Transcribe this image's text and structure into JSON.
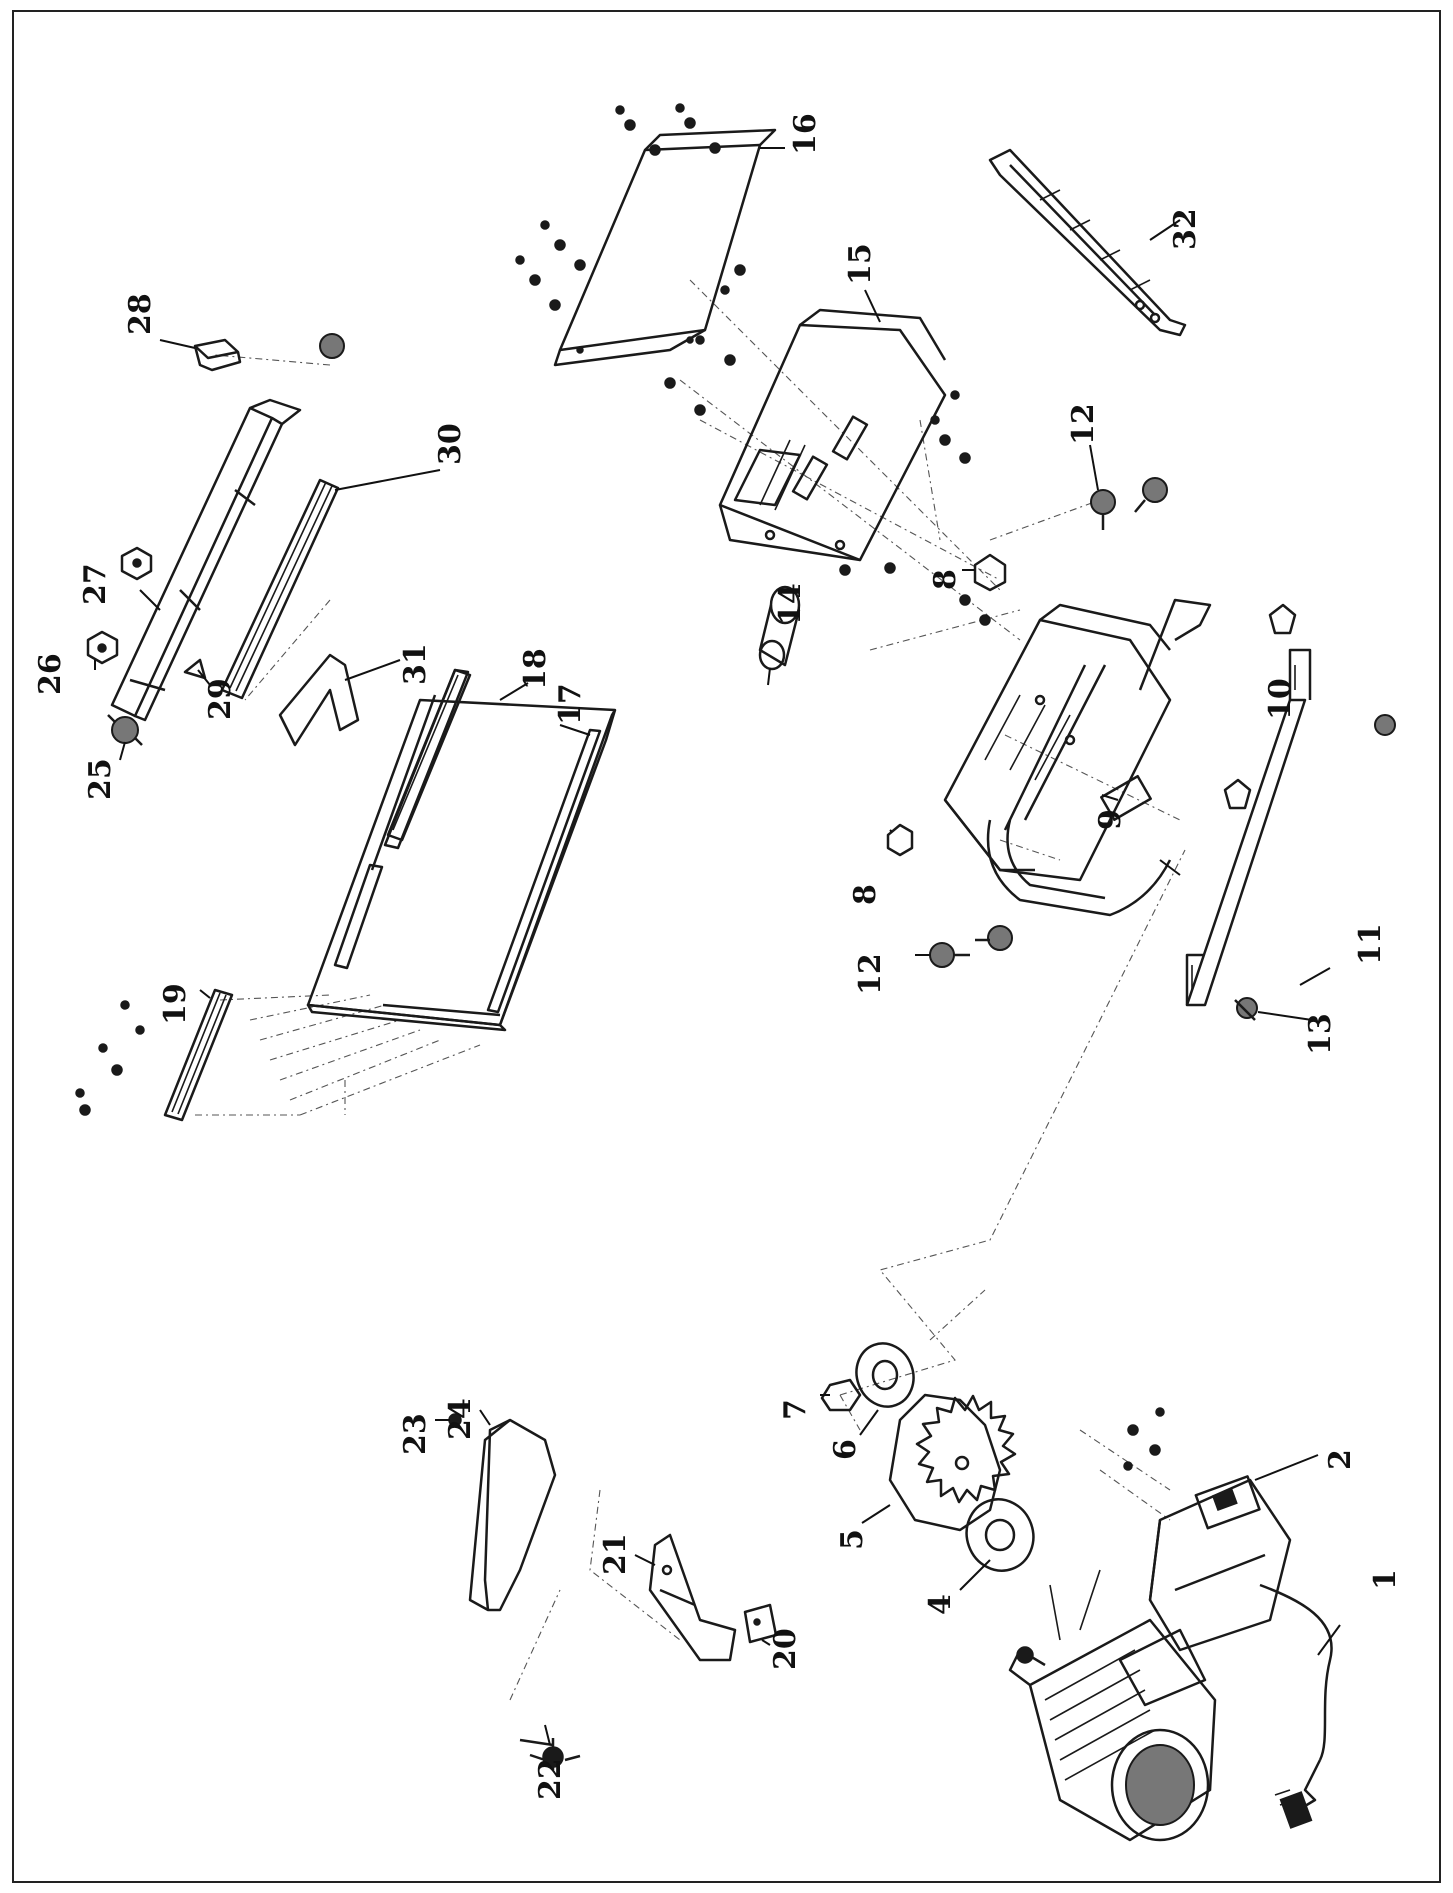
{
  "labels": {
    "p1": "1",
    "p2": "2",
    "p4": "4",
    "p5": "5",
    "p6": "6",
    "p7": "7",
    "p8a": "8",
    "p8b": "8",
    "p9": "9",
    "p10": "10",
    "p11": "11",
    "p12a": "12",
    "p12b": "12",
    "p13": "13",
    "p14": "14",
    "p15": "15",
    "p16": "16",
    "p17": "17",
    "p18": "18",
    "p19": "19",
    "p20": "20",
    "p21": "21",
    "p22": "22",
    "p23": "23",
    "p24": "24",
    "p25": "25",
    "p26": "26",
    "p27": "27",
    "p28": "28",
    "p29": "29",
    "p30": "30",
    "p31": "31",
    "p32": "32"
  }
}
